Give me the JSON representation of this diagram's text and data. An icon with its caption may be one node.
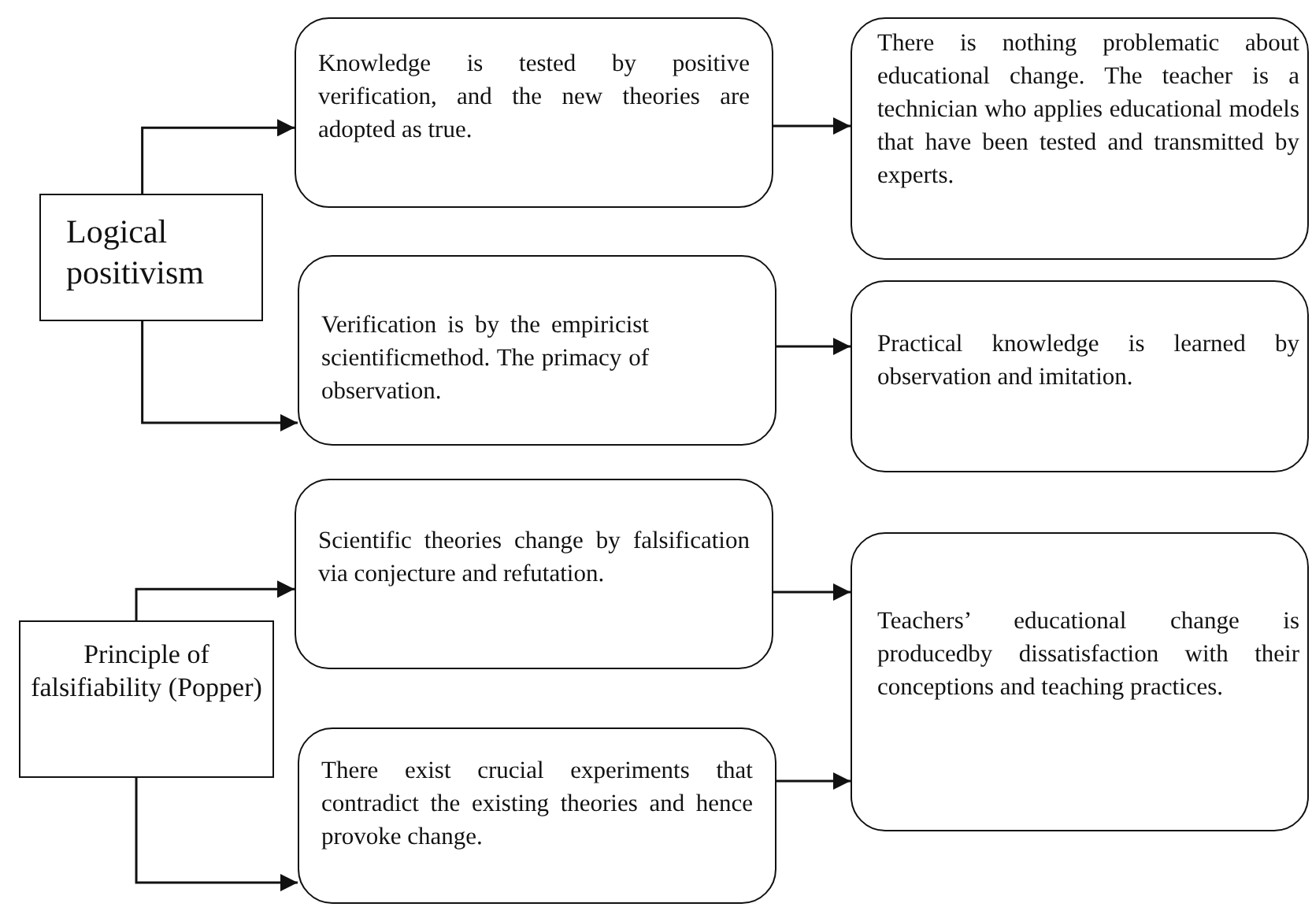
{
  "diagram": {
    "nodes": [
      {
        "text": [
          "Logical positivism"
        ]
      },
      {
        "text": [
          "Knowledge is tested by positive verification, and the new theories are adopted as true."
        ]
      },
      {
        "text": [
          "Verification is by the empiricist scientificmethod. The primacy of observation."
        ]
      },
      {
        "text": [
          "There is nothing problematic about educational change. The teacher is a technician who applies educational models that have been tested and transmitted by experts."
        ]
      },
      {
        "text": [
          "Practical knowledge is learned by observation and imitation."
        ]
      },
      {
        "text": [
          "Principle of falsifiability (Popper)"
        ]
      },
      {
        "text": [
          "Scientific theories change by falsification via conjecture and refutation."
        ]
      },
      {
        "text": [
          "There exist crucial experiments that contradict the existing theories and hence provoke change."
        ]
      },
      {
        "text": [
          "Teachers’ educational change is producedby dissatisfaction with their conceptions and teaching practices."
        ]
      }
    ],
    "edges": [
      {
        "from": 0,
        "to": 1,
        "arrow": "to"
      },
      {
        "from": 0,
        "to": 2,
        "arrow": "to"
      },
      {
        "from": 1,
        "to": 3,
        "arrow": "to"
      },
      {
        "from": 2,
        "to": 4,
        "arrow": "to"
      },
      {
        "from": 5,
        "to": 6,
        "arrow": "to"
      },
      {
        "from": 5,
        "to": 7,
        "arrow": "to"
      },
      {
        "from": 6,
        "to": 8,
        "arrow": "to"
      },
      {
        "from": 7,
        "to": 8,
        "arrow": "to"
      }
    ]
  }
}
